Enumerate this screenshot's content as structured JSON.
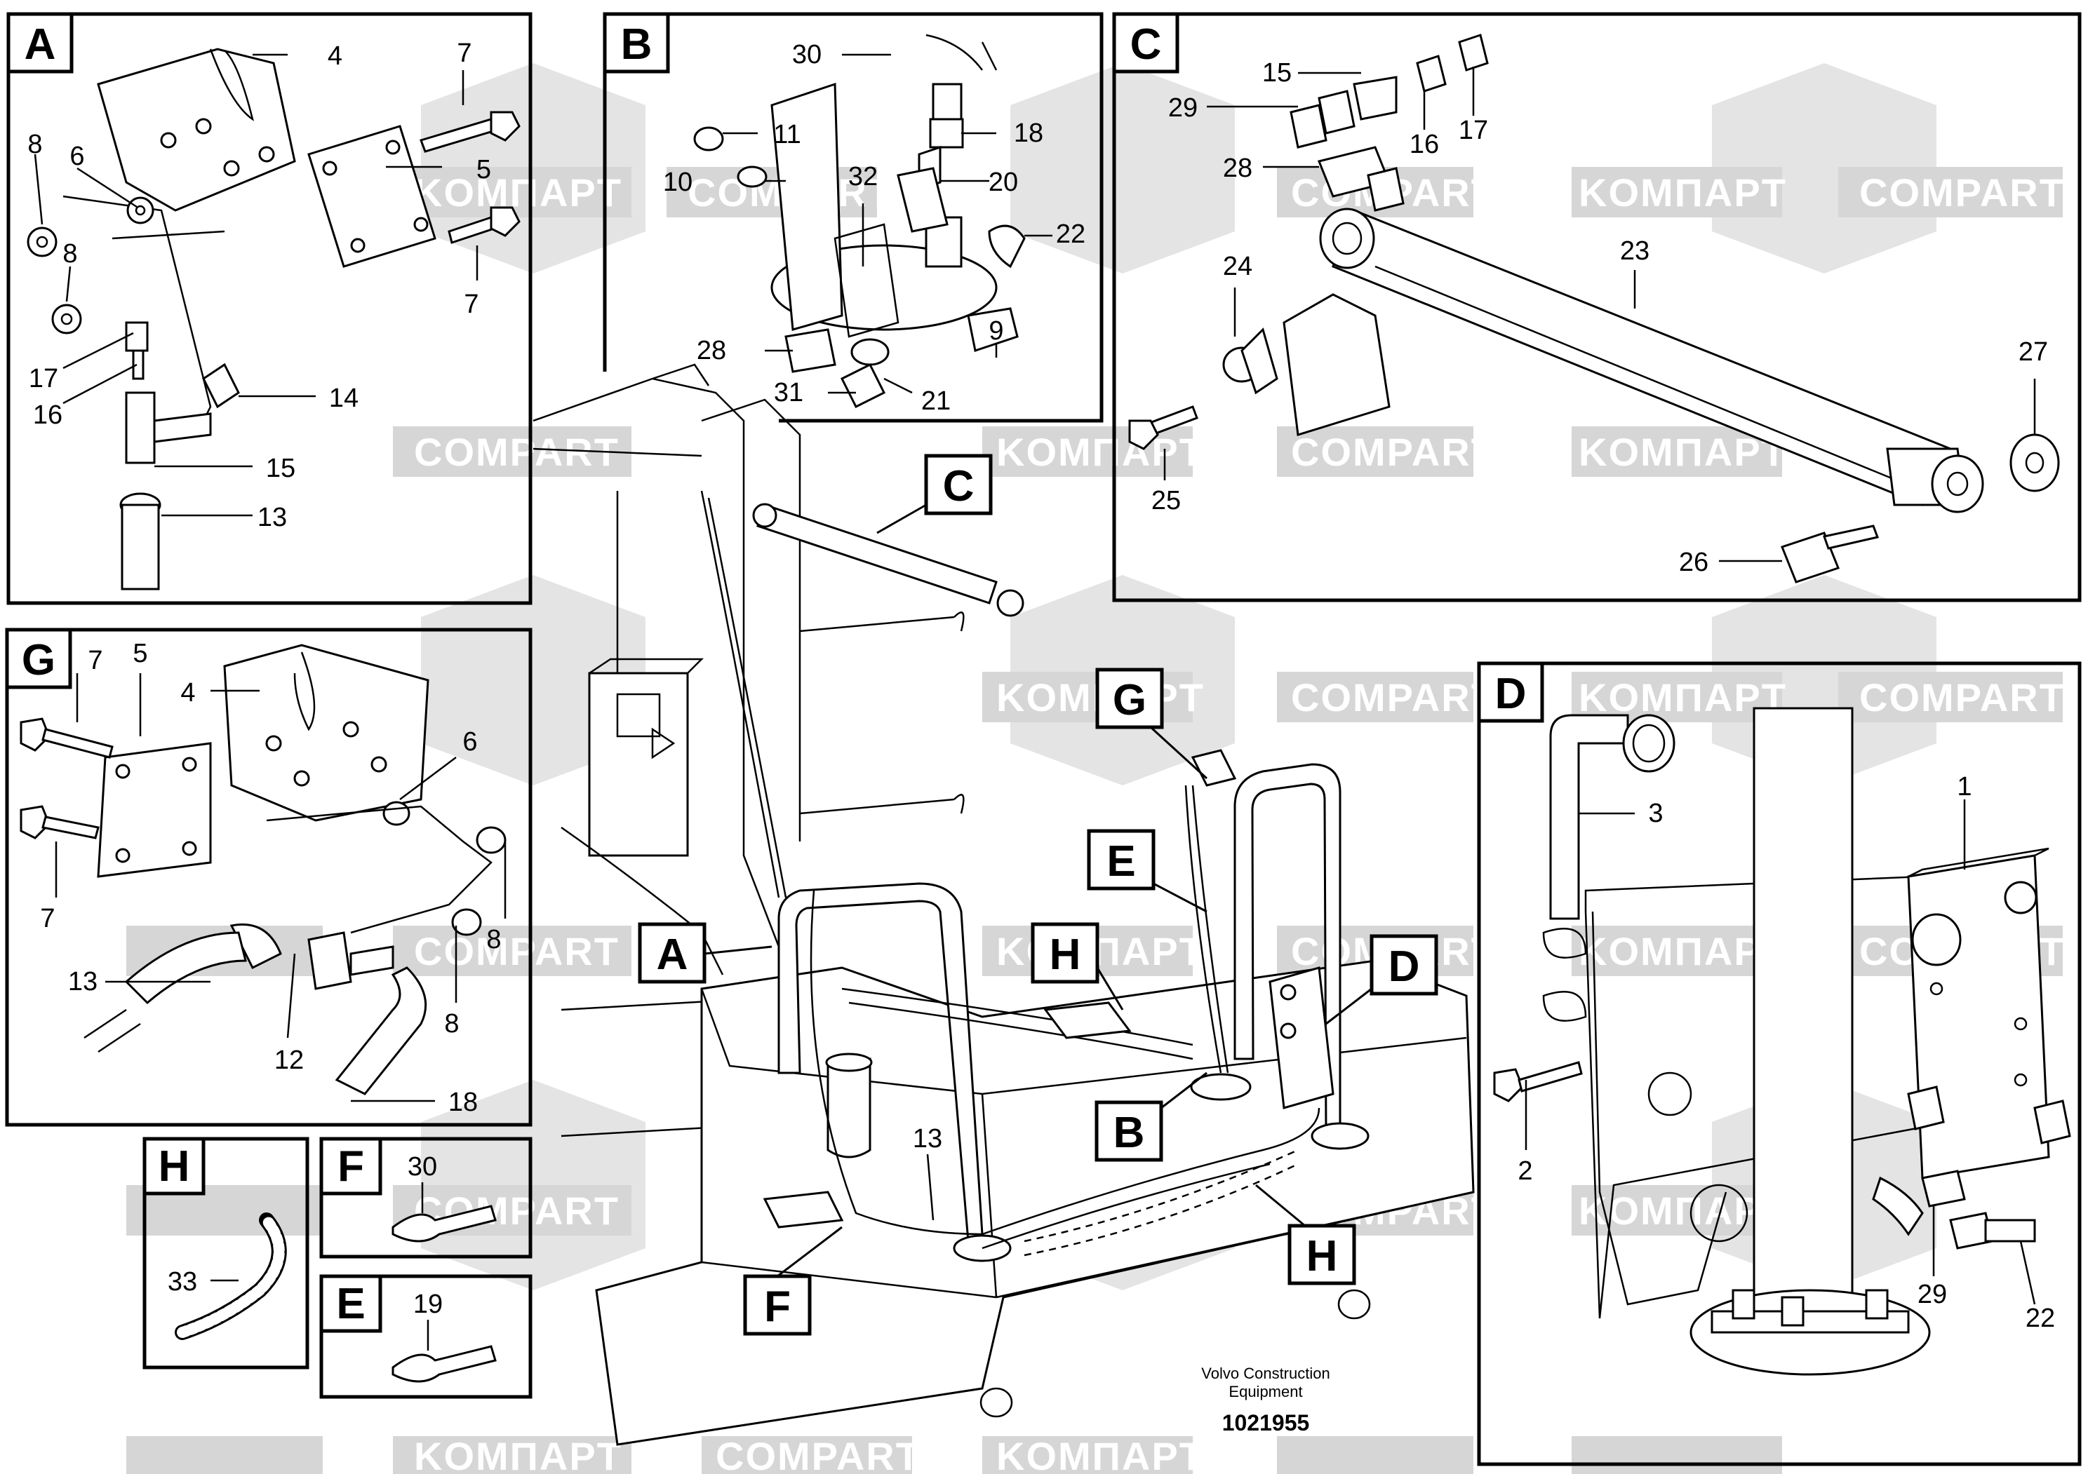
{
  "panels": {
    "A": {
      "tag": "A",
      "callouts": [
        "4",
        "7",
        "8",
        "6",
        "5",
        "8",
        "7",
        "17",
        "16",
        "14",
        "15",
        "13"
      ]
    },
    "B": {
      "tag": "B",
      "callouts": [
        "30",
        "11",
        "18",
        "10",
        "32",
        "20",
        "22",
        "9",
        "28",
        "31",
        "21"
      ]
    },
    "C": {
      "tag": "C",
      "callouts": [
        "15",
        "29",
        "16",
        "17",
        "28",
        "24",
        "23",
        "27",
        "25",
        "26"
      ]
    },
    "G": {
      "tag": "G",
      "callouts": [
        "7",
        "5",
        "4",
        "6",
        "7",
        "8",
        "13",
        "12",
        "8",
        "18"
      ]
    },
    "D": {
      "tag": "D",
      "callouts": [
        "3",
        "1",
        "2",
        "29",
        "22"
      ]
    },
    "H": {
      "tag": "H",
      "callouts": [
        "33"
      ]
    },
    "F": {
      "tag": "F",
      "callouts": [
        "30"
      ]
    },
    "E": {
      "tag": "E",
      "callouts": [
        "19"
      ]
    }
  },
  "main": {
    "tags": [
      "C",
      "A",
      "G",
      "E",
      "H",
      "D",
      "B",
      "F",
      "H"
    ],
    "callouts": [
      "13"
    ]
  },
  "watermarks": [
    "KOMПAPT",
    "COMPART"
  ],
  "footer": {
    "line1": "Volvo Construction",
    "line2": "Equipment",
    "number": "1021955"
  },
  "colors": {
    "ink": "#000000",
    "watermark": "#d8d8d8",
    "background": "#ffffff"
  }
}
